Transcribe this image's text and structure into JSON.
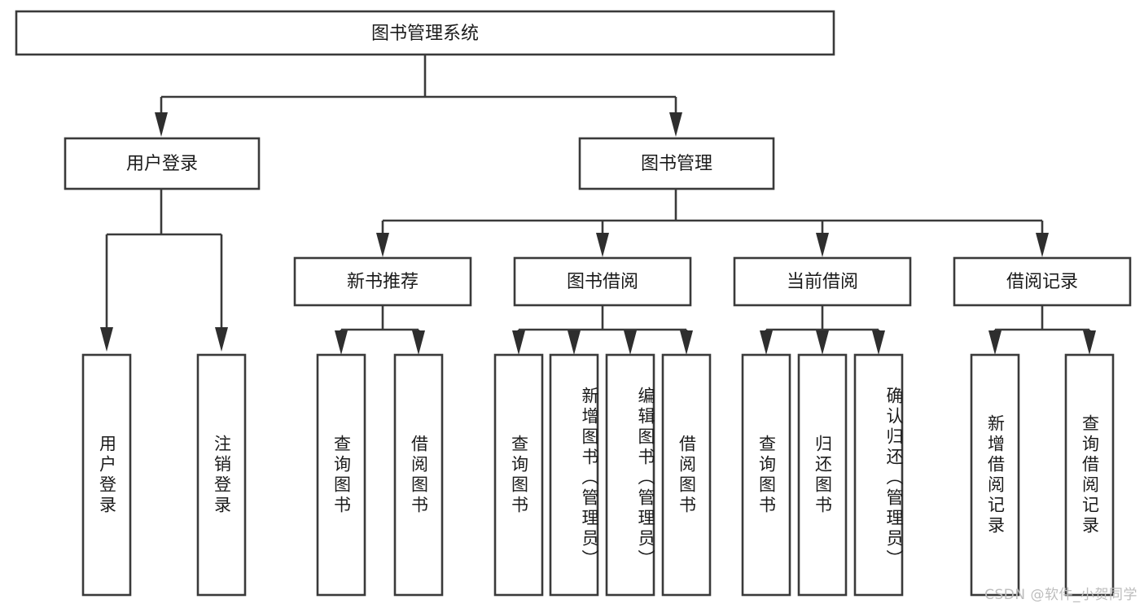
{
  "diagram": {
    "type": "tree-hierarchy-chart",
    "title": "图书管理系统",
    "watermark": "CSDN @软件_小贺同学",
    "colors": {
      "background": "#ffffff",
      "box_stroke": "#3a3a3a",
      "box_fill": "#ffffff",
      "connector": "#3a3a3a",
      "arrow": "#2e2e2e",
      "text": "#1b1b1b",
      "watermark": "#bdbdbd"
    },
    "levels": {
      "root": {
        "label": "图书管理系统"
      },
      "level2": [
        {
          "label": "用户登录"
        },
        {
          "label": "图书管理"
        }
      ],
      "level3": [
        {
          "label": "新书推荐"
        },
        {
          "label": "图书借阅"
        },
        {
          "label": "当前借阅"
        },
        {
          "label": "借阅记录"
        }
      ],
      "leaves": [
        {
          "label": "用户登录",
          "parent": "用户登录"
        },
        {
          "label": "注销登录",
          "parent": "用户登录"
        },
        {
          "label": "查询图书",
          "parent": "新书推荐"
        },
        {
          "label": "借阅图书",
          "parent": "新书推荐"
        },
        {
          "label": "查询图书",
          "parent": "图书借阅"
        },
        {
          "label": "新增图书（管理员）",
          "parent": "图书借阅"
        },
        {
          "label": "编辑图书（管理员）",
          "parent": "图书借阅"
        },
        {
          "label": "借阅图书",
          "parent": "图书借阅"
        },
        {
          "label": "查询图书",
          "parent": "当前借阅"
        },
        {
          "label": "归还图书",
          "parent": "当前借阅"
        },
        {
          "label": "确认归还（管理员）",
          "parent": "当前借阅"
        },
        {
          "label": "新增借阅记录",
          "parent": "借阅记录"
        },
        {
          "label": "查询借阅记录",
          "parent": "借阅记录"
        }
      ]
    }
  }
}
